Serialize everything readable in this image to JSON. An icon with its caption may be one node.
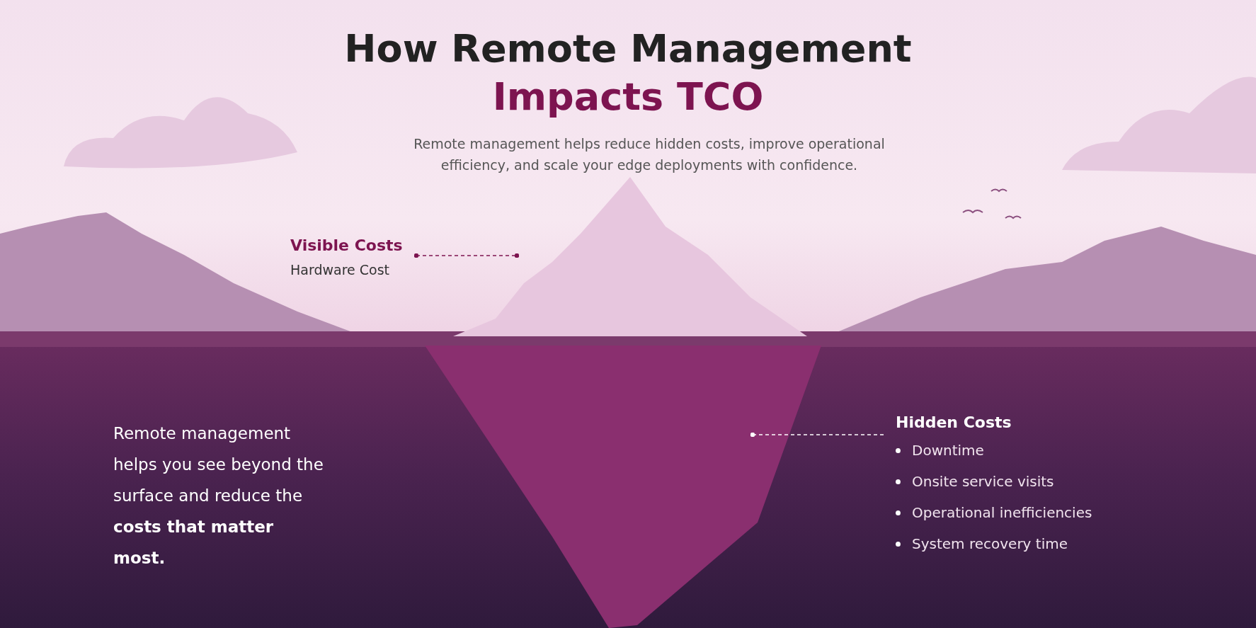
{
  "diagram": {
    "title": "How Remote Management Impacts TCO",
    "caption": "Remote management helps reduce hidden costs, improve operational efficiency, and scale your edge deployments with confidence.",
    "nodes": [
      {
        "text": [
          "Visible Costs",
          "Hardware Cost"
        ]
      },
      {
        "text": [],
        "shape": "picture"
      },
      {
        "text": [],
        "shape": "picture"
      },
      {
        "text": [
          "Hidden Costs",
          "Downtime",
          "Onsite service visits",
          "Operational inefficiencies",
          "System recovery time"
        ]
      }
    ],
    "edges": [
      {
        "from": 0,
        "to": 1,
        "arrow": "other",
        "style": "dashed"
      },
      {
        "from": 3,
        "to": 2,
        "arrow": "other",
        "style": "dashed",
        "color": "#ffffff"
      }
    ],
    "labels": [
      "Remote management helps you see beyond the surface and reduce the **costs that matter most.**"
    ]
  }
}
